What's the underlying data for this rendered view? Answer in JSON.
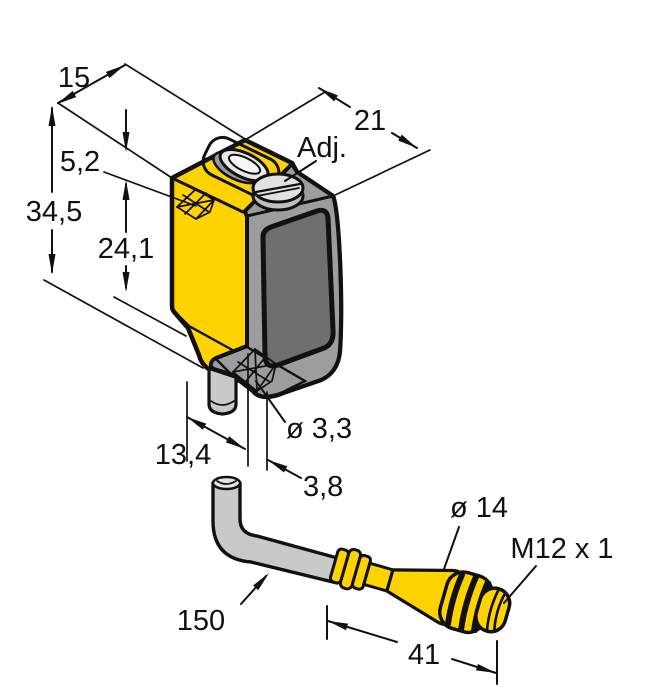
{
  "drawing": {
    "kind": "sensor dimensional drawing",
    "labels": {
      "adjustment": "Adj."
    },
    "dimensions": {
      "top_width": "15",
      "top_depth": "21",
      "hole_offset_from_top": "5,2",
      "housing_height": "34,5",
      "mounting_hole_spacing": "24,1",
      "face_to_hole": "13,4",
      "mounting_hole_diameter": "ø 3,3",
      "hole_to_edge": "3,8",
      "cable_length": "150",
      "connector_diameter": "ø 14",
      "connector_thread": "M12 x 1",
      "connector_length": "41"
    },
    "colors": {
      "housing_yellow": "#FFD300",
      "front_gray": "#9D9D9D",
      "bottom_gray": "#8A8A8A",
      "lens_gray": "#6F6F6F",
      "cable_gray": "#C9C9C9",
      "pot_face": "#E2E2E2",
      "pot_base": "#C0C0C0",
      "led_outer": "#E9E9E9",
      "led_inner": "#F8F8F8",
      "cable_cut": "#E4E4E4",
      "line_black": "#111111"
    }
  }
}
